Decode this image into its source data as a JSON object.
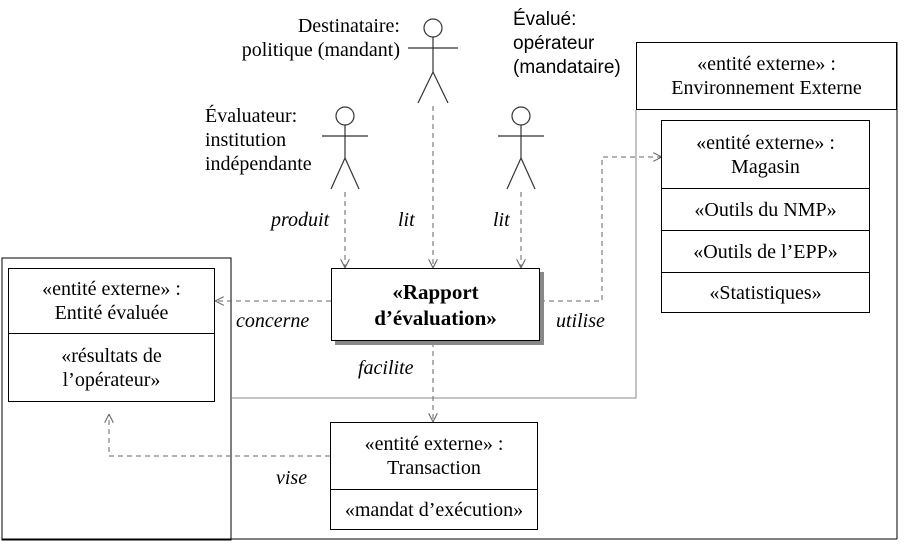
{
  "actors": {
    "destinataire": {
      "line1": "Destinataire:",
      "line2": "politique (mandant)"
    },
    "evaluateur": {
      "line1": "Évaluateur:",
      "line2": "institution",
      "line3": "indépendante"
    },
    "evalue": {
      "line1": "Évalué:",
      "line2": "opérateur",
      "line3": "(mandataire)"
    }
  },
  "edges": {
    "produit": "produit",
    "lit_1": "lit",
    "lit_2": "lit",
    "concerne": "concerne",
    "utilise": "utilise",
    "facilite": "facilite",
    "vise": "vise"
  },
  "rapport": {
    "line1": "«Rapport",
    "line2": "d’évaluation»"
  },
  "entite_evaluee": {
    "stereotype": "«entité externe» :",
    "name": "Entité évaluée",
    "item_line1": "«résultats de",
    "item_line2": "l’opérateur»"
  },
  "transaction": {
    "stereotype": "«entité externe» :",
    "name": "Transaction",
    "item": "«mandat d’exécution»"
  },
  "environnement": {
    "stereotype": "«entité externe» :",
    "name": "Environnement Externe"
  },
  "magasin": {
    "stereotype": "«entité externe» :",
    "name": "Magasin",
    "items": [
      "«Outils du NMP»",
      "«Outils de l’EPP»",
      "«Statistiques»"
    ]
  }
}
